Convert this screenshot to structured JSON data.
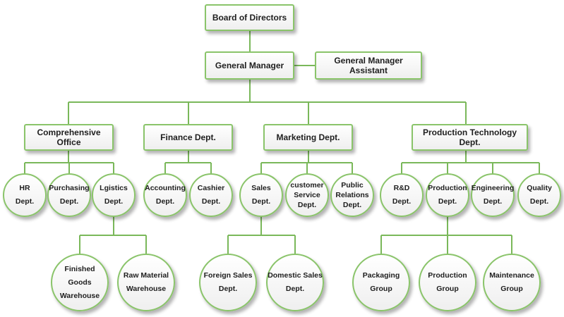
{
  "nodes": {
    "board": "Board of Directors",
    "gm": "General Manager",
    "gm_assistant": "General Manager Assistant",
    "comprehensive_office": "Comprehensive Office",
    "finance": "Finance Dept.",
    "marketing": "Marketing Dept.",
    "production_tech": "Production Technology Dept.",
    "hr": "HR\nDept.",
    "purchasing": "Purchasing\nDept.",
    "logistics": "Lgistics\nDept.",
    "accounting": "Accounting\nDept.",
    "cashier": "Cashier\nDept.",
    "sales": "Sales\nDept.",
    "customer_service": "customer\nService\nDept.",
    "public_relations": "Public\nRelations\nDept.",
    "rd": "R&D\nDept.",
    "production_dept": "Production\nDept.",
    "engineering": "Engineering\nDept.",
    "quality": "Quality\nDept.",
    "finished_goods": "Finished Goods\nWarehouse",
    "raw_material": "Raw Material\nWarehouse",
    "foreign_sales": "Foreign Sales\nDept.",
    "domestic_sales": "Domestic Sales\nDept.",
    "packaging": "Packaging\nGroup",
    "production_group": "Production\nGroup",
    "maintenance": "Maintenance\nGroup"
  },
  "colors": {
    "border": "#8ac46a",
    "connector": "#7ab85a"
  }
}
